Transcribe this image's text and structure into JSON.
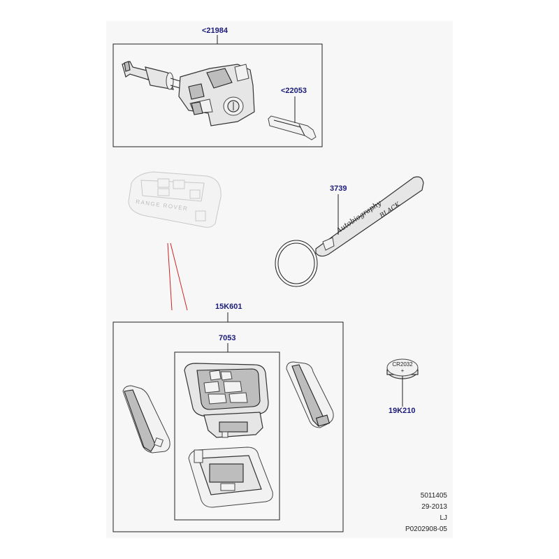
{
  "callouts": {
    "lock_assembly": "<21984",
    "key_blade": "<22053",
    "keyring": "3739",
    "remote_kit": "15K601",
    "transmitter": "7053",
    "battery_part": "19K210"
  },
  "battery_text": {
    "model": "CR2032",
    "polarity": "+"
  },
  "fob_brand": "RANGE ROVER",
  "keyring_script": "Autobiography",
  "keyring_word": "BLACK",
  "stamp": {
    "line1": "5011405",
    "line2": "29-2013",
    "line3": "LJ",
    "line4": "P0202908-05"
  },
  "colors": {
    "callout": "#1a1a7a",
    "leader_red": "#cc2222"
  }
}
